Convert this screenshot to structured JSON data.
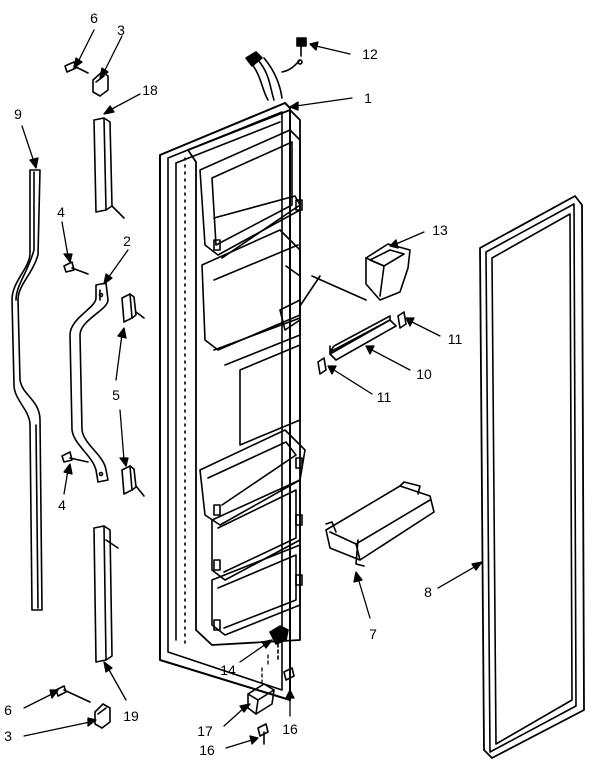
{
  "labels": {
    "l1": "1",
    "l2": "2",
    "l3_top": "3",
    "l3_bottom": "3",
    "l4_top": "4",
    "l4_bottom": "4",
    "l5": "5",
    "l6_top": "6",
    "l6_bottom": "6",
    "l7": "7",
    "l8": "8",
    "l9": "9",
    "l10": "10",
    "l11_a": "11",
    "l11_b": "11",
    "l12": "12",
    "l13": "13",
    "l14": "14",
    "l16_a": "16",
    "l16_b": "16",
    "l17": "17",
    "l18": "18",
    "l19": "19"
  },
  "colors": {
    "ink": "#000000",
    "paper": "#ffffff"
  }
}
